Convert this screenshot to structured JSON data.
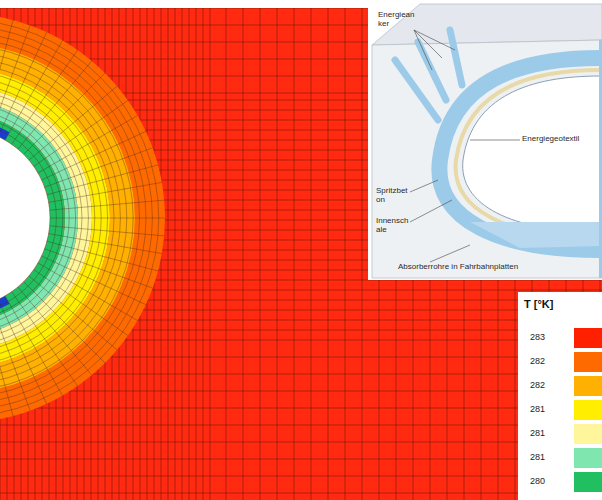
{
  "diagram": {
    "labels": [
      "Energieanker",
      "Energiegeotextil",
      "Spritzbeton",
      "Innenschale",
      "Absorberrohre in Fahrbahnplatten",
      "T [°K]"
    ],
    "legend": [
      {
        "text": "283",
        "color": "#ff2000"
      },
      {
        "text": "282",
        "color": "#ff6a00"
      },
      {
        "text": "282",
        "color": "#ffb000"
      },
      {
        "text": "281",
        "color": "#ffee00"
      },
      {
        "text": "281",
        "color": "#fff59a"
      },
      {
        "text": "281",
        "color": "#7fe6b0"
      },
      {
        "text": "280",
        "color": "#20c060"
      }
    ]
  }
}
